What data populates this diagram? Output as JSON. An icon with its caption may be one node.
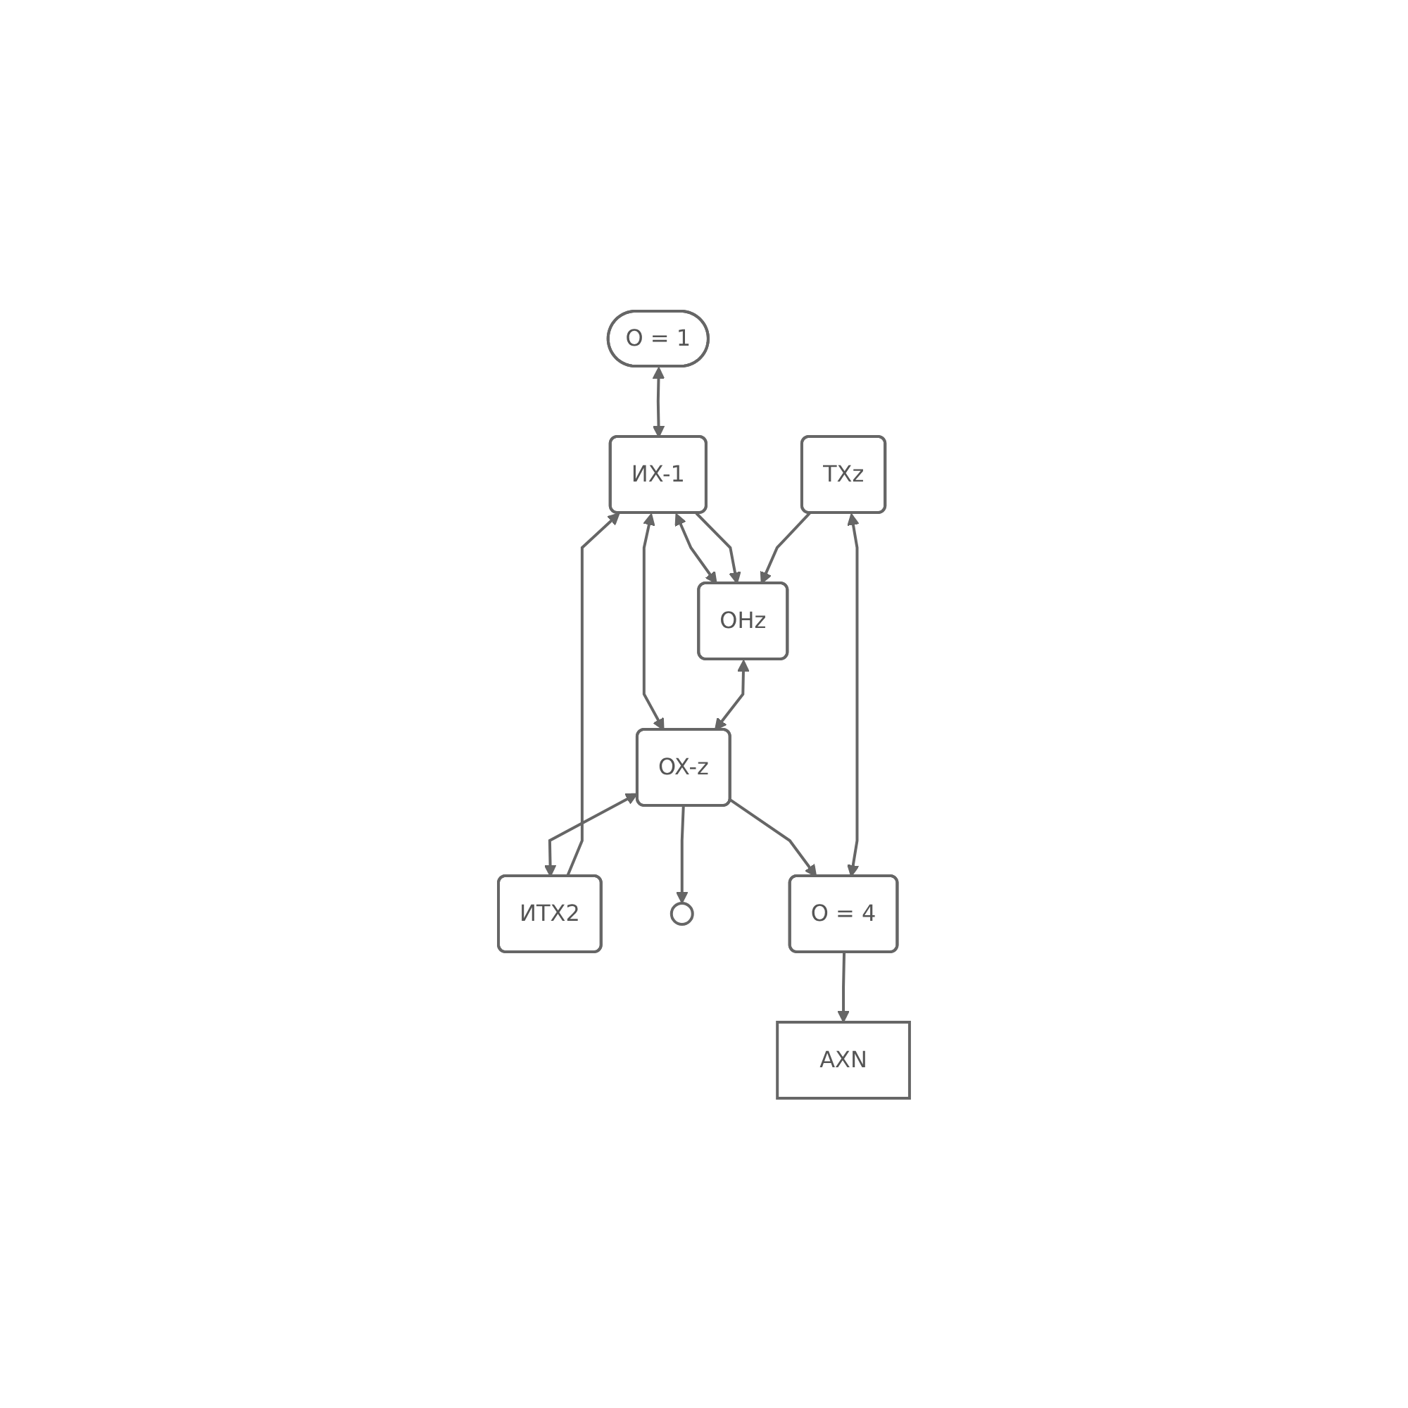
{
  "diagram": {
    "nodes": [
      {
        "text": [
          "O = 1"
        ]
      },
      {
        "text": [
          "ИX-1"
        ]
      },
      {
        "text": [
          "ИTX2"
        ]
      },
      {
        "text": [
          "OHz"
        ]
      },
      {
        "text": [
          "OX-z"
        ]
      },
      {
        "text": [
          "TXz"
        ]
      },
      {
        "text": [],
        "shape": "circle"
      },
      {
        "text": [
          "O = 4"
        ]
      },
      {
        "text": [
          "AXN"
        ]
      }
    ],
    "edges": [
      {
        "from": 0,
        "to": 1,
        "arrow": "both"
      },
      {
        "from": 1,
        "to": 3,
        "arrow": "both"
      },
      {
        "from": 2,
        "to": 1,
        "arrow": "to"
      },
      {
        "from": 1,
        "to": 4,
        "arrow": "both"
      },
      {
        "from": 1,
        "to": 3,
        "arrow": "to"
      },
      {
        "from": 5,
        "to": 3,
        "arrow": "to"
      },
      {
        "from": 3,
        "to": 4,
        "arrow": "both"
      },
      {
        "from": 4,
        "to": 2,
        "arrow": "both"
      },
      {
        "from": 4,
        "to": 6,
        "arrow": "to"
      },
      {
        "from": 4,
        "to": 7,
        "arrow": "to"
      },
      {
        "from": 5,
        "to": 7,
        "arrow": "both"
      },
      {
        "from": 7,
        "to": 8,
        "arrow": "to"
      }
    ]
  }
}
